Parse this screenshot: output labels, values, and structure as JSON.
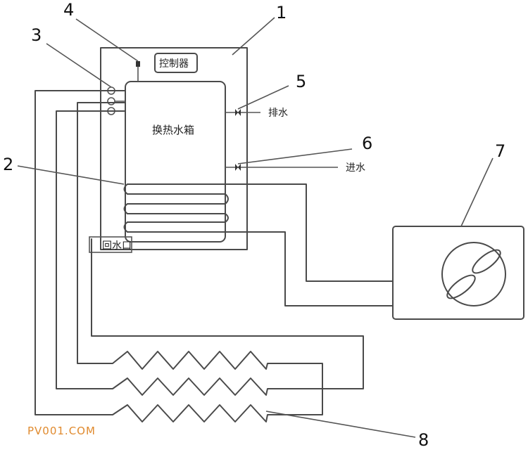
{
  "labels": {
    "controller": "控制器",
    "tank": "换热水箱",
    "drain": "排水",
    "inlet": "进水",
    "return_port": "回水口"
  },
  "callouts": [
    "1",
    "2",
    "3",
    "4",
    "5",
    "6",
    "7",
    "8"
  ],
  "watermark": "PV001.COM"
}
